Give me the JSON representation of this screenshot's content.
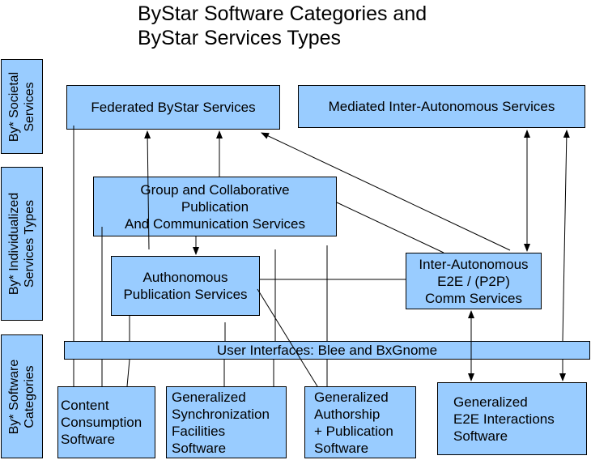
{
  "title": {
    "line1": "ByStar Software Categories  and",
    "line2": "ByStar Services Types"
  },
  "side_labels": {
    "societal": [
      "By* Societal",
      "Services"
    ],
    "individualized": [
      "By* Individualized",
      "Services Types"
    ],
    "software": [
      "By* Software",
      "Categories"
    ]
  },
  "boxes": {
    "federated": [
      "Federated ByStar Services"
    ],
    "mediated": [
      "Mediated Inter-Autonomous Services"
    ],
    "group": [
      "Group and Collaborative",
      "Publication",
      "And Communication Services"
    ],
    "autonomous": [
      "Authonomous",
      "Publication Services"
    ],
    "inter_autonomous": [
      "Inter-Autonomous",
      "E2E / (P2P)",
      "Comm Services"
    ],
    "user_interfaces": [
      "User Interfaces:  Blee and BxGnome"
    ],
    "content": [
      "Content",
      "Consumption",
      "Software"
    ],
    "sync": [
      "Generalized",
      "Synchronization",
      "Facilities",
      "Software"
    ],
    "authorship": [
      "Generalized",
      "Authorship",
      "+ Publication",
      "Software"
    ],
    "e2e": [
      "Generalized",
      "E2E Interactions",
      "Software"
    ]
  },
  "colors": {
    "box_fill": "#99ccff",
    "line": "#000000"
  }
}
